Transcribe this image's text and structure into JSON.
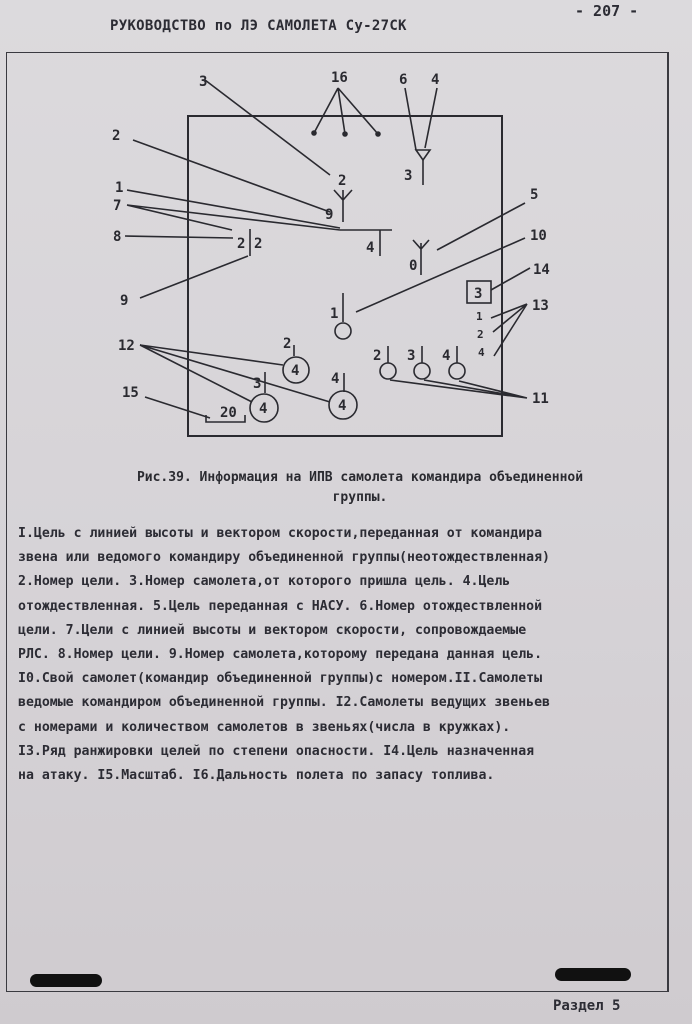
{
  "header": {
    "title": "РУКОВОДСТВО по ЛЭ САМОЛЕТА Су-27СК",
    "page_number": "- 207 -"
  },
  "diagram": {
    "callouts": [
      "1",
      "2",
      "3",
      "4",
      "5",
      "6",
      "7",
      "8",
      "9",
      "10",
      "11",
      "12",
      "13",
      "14",
      "15",
      "16"
    ],
    "symbols": {
      "target_3_label": "3",
      "target_2_label": "2",
      "target_9_label": "9",
      "target_4_label": "4",
      "target_0_label": "0",
      "split_label_left": "2",
      "split_label_right": "2",
      "own_aircraft_label": "1",
      "boxed_target_label": "3",
      "rank_1": "1",
      "rank_2": "2",
      "rank_4": "4",
      "wing_2_label": "2",
      "wing_3_label": "3",
      "wing_4_label": "4",
      "lead_2_label": "2",
      "lead_2_count": "4",
      "lead_3_label": "3",
      "lead_3_count": "4",
      "lead_4_label": "4",
      "lead_4_count": "4",
      "scale_value": "20"
    }
  },
  "caption": {
    "line1": "Рис.39. Информация на ИПВ самолета командира объединенной",
    "line2": "группы."
  },
  "body_lines": [
    "I.Цель с линией высоты и вектором скорости,переданная от командира",
    "звена или ведомого командиру объединенной группы(неотождествленная)",
    "2.Номер цели. 3.Номер самолета,от которого пришла цель. 4.Цель",
    "отождествленная. 5.Цель переданная с НАСУ. 6.Номер отождествленной",
    "цели. 7.Цели с линией высоты и вектором скорости, сопровождаемые",
    "РЛС. 8.Номер цели. 9.Номер самолета,которому передана данная цель.",
    "I0.Свой самолет(командир объединенной группы)с номером.II.Самолеты",
    "ведомые командиром объединенной группы. I2.Самолеты ведущих звеньев",
    "с номерами и количеством самолетов в звеньях(числа в кружках).",
    "I3.Ряд ранжировки целей по степени опасности. I4.Цель назначенная",
    "на атаку. I5.Масштаб. I6.Дальность полета по запасу топлива."
  ],
  "footer": {
    "section": "Раздел 5"
  }
}
